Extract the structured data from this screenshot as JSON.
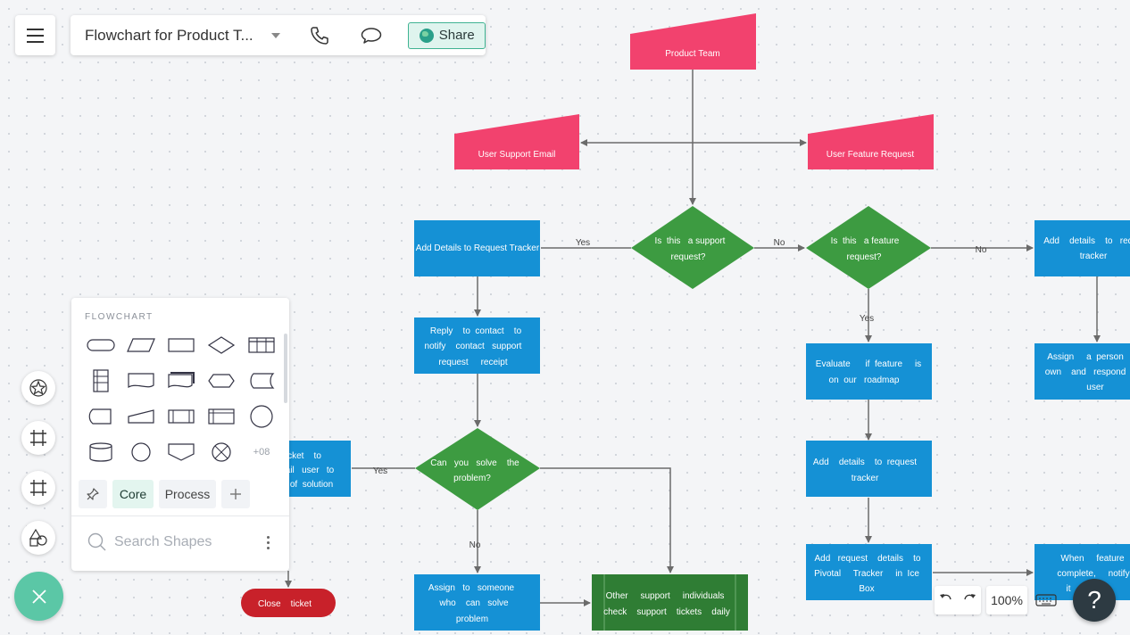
{
  "app": {
    "document_title": "Flowchart for Product T...",
    "share_label": "Share"
  },
  "colors": {
    "pink": "#f2426e",
    "blue": "#1591d5",
    "green": "#3d9b41",
    "dark_green": "#2f7d34",
    "red": "#c8212a",
    "accent": "#5bc7a6"
  },
  "flow": {
    "product_team": "Product Team",
    "user_support_email": "User Support Email",
    "user_feature_request": "User Feature Request",
    "is_support_1": "Is  this   a support",
    "is_support_2": "request?",
    "is_feature_1": "Is  this   a feature",
    "is_feature_2": "request?",
    "add_details_1": "Add Details to Request Tracker",
    "add_details_right_1": "Add    details    to   requ",
    "add_details_right_2": "tracker",
    "reply_1": "Reply    to  contact    to",
    "reply_2": "notify    contact   support",
    "reply_3": "request     receipt",
    "evaluate_1": "Evaluate      if  feature     is",
    "evaluate_2": "on  our   roadmap",
    "assign_person_1": "Assign     a  person",
    "assign_person_2": "own    and   respond",
    "assign_person_3": "user",
    "can_solve_1": "Can   you   solve    the",
    "can_solve_2": "problem?",
    "ticket_1": "cket    to",
    "ticket_2": "ail   user   to",
    "ticket_3": "of  solution",
    "add_request_details_1": "Add    details    to  request",
    "add_request_details_2": "tracker",
    "add_pivotal_1": "Add   request    details    to",
    "add_pivotal_2": "Pivotal     Tracker     in  Ice",
    "add_pivotal_3": "Box",
    "assign_someone_1": "Assign   to   someone",
    "assign_someone_2": "who    can   solve",
    "assign_someone_3": "problem",
    "other_support_1": "Other     support     individuals",
    "other_support_2": "check    support    tickets    daily",
    "close_ticket": "Close    ticket",
    "when_feature_1": "When     feature",
    "when_feature_2": "complete,     notify",
    "when_feature_3": "it",
    "label_yes_1": "Yes",
    "label_no_1": "No",
    "label_no_2": "No",
    "label_yes_2": "Yes",
    "label_yes_3": "Yes",
    "label_no_3": "No"
  },
  "panel": {
    "title": "FLOWCHART",
    "more_count": "+08",
    "tabs": {
      "core": "Core",
      "process": "Process"
    },
    "search_placeholder": "Search Shapes"
  },
  "zoom": {
    "level": "100%"
  },
  "help_label": "?"
}
